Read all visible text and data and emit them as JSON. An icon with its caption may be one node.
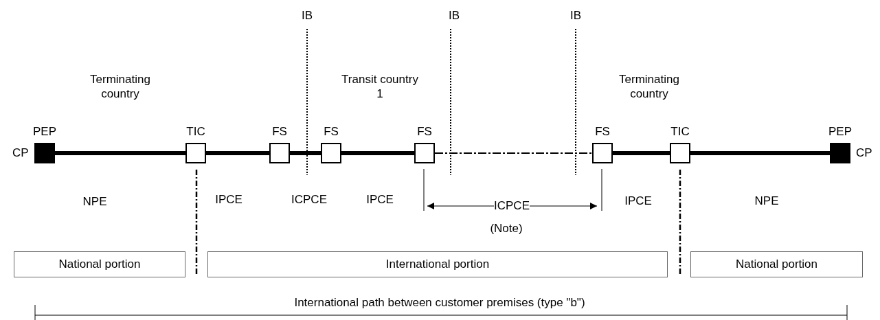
{
  "diagram": {
    "nodes": [
      {
        "text": [
          "PEP"
        ],
        "beside": [
          "CP"
        ]
      },
      {
        "text": [
          "TIC"
        ]
      },
      {
        "text": [
          "FS"
        ]
      },
      {
        "text": [
          "FS"
        ]
      },
      {
        "text": [
          "FS"
        ]
      },
      {
        "text": [
          "FS"
        ]
      },
      {
        "text": [
          "TIC"
        ]
      },
      {
        "text": [
          "PEP"
        ],
        "beside": [
          "CP"
        ]
      },
      {
        "text": [
          "National portion"
        ]
      },
      {
        "text": [
          "International portion"
        ]
      },
      {
        "text": [
          "National portion"
        ]
      }
    ],
    "edges": [
      {
        "from": 0,
        "to": 1,
        "arrow": "none"
      },
      {
        "from": 1,
        "to": 2,
        "arrow": "none"
      },
      {
        "from": 2,
        "to": 3,
        "arrow": "none"
      },
      {
        "from": 3,
        "to": 4,
        "arrow": "none"
      },
      {
        "from": 4,
        "to": 5,
        "arrow": "none",
        "style": "dashed"
      },
      {
        "from": 5,
        "to": 6,
        "arrow": "none"
      },
      {
        "from": 6,
        "to": 7,
        "arrow": "none"
      }
    ],
    "labels": [
      "IB",
      "IB",
      "IB",
      "Terminating country",
      "Transit country 1",
      "Terminating country",
      "NPE",
      "IPCE",
      "ICPCE",
      "IPCE",
      "ICPCE",
      "IPCE",
      "NPE",
      "(Note)",
      "International path between customer premises (type \"b\")"
    ]
  }
}
